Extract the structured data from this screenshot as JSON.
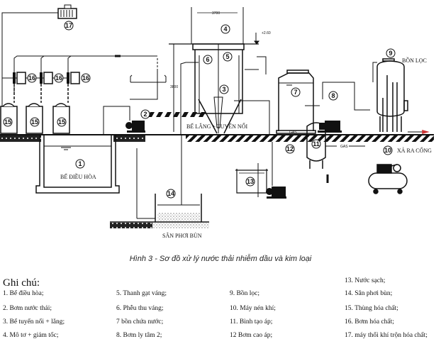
{
  "diagram": {
    "labels": {
      "tank1": "BỂ ĐIỀU HÒA",
      "tank3": "BỂ LẮNG + TUYỂN NỔI",
      "filter": "BỒN LỌC",
      "discharge": "XẢ RA CỐNG",
      "sludge": "SÂN PHƠI BÙN",
      "elevation": "+2.60",
      "gas1": "GAS",
      "gas2": "GAS",
      "dim_width": "3700",
      "dim_height": "3800"
    },
    "markers": {
      "m1": "1",
      "m2": "2",
      "m3": "3",
      "m4": "4",
      "m5": "5",
      "m6": "6",
      "m7": "7",
      "m8": "8",
      "m9": "9",
      "m10": "10",
      "m11": "11",
      "m12": "12",
      "m13": "13",
      "m14": "14",
      "m15": "15",
      "m16": "16",
      "m17": "17"
    }
  },
  "caption": "Hình 3 - Sơ đồ xử lý nước thải nhiễm dầu và kim loại",
  "legend": {
    "title": "Ghi chú:",
    "items": [
      "1. Bể điều hòa;",
      "2. Bơm nước thải;",
      "3. Bể tuyển nổi + lắng;",
      "4. Mô tơ + giảm tốc;",
      "5. Thanh gạt váng;",
      "6. Phễu thu váng;",
      "7 bồn chứa nước;",
      "8. Bơm ly tâm 2;",
      "9. Bồn lọc;",
      "10. Máy nén khí;",
      "11. Bình tạo áp;",
      "12 Bơm cao áp;",
      "13. Nước sạch;",
      "14. Sân phơi bùn;",
      "15. Thùng hóa chất;",
      "16. Bơm hóa chất;",
      "17. máy thổi khí trộn hóa chất;"
    ]
  }
}
